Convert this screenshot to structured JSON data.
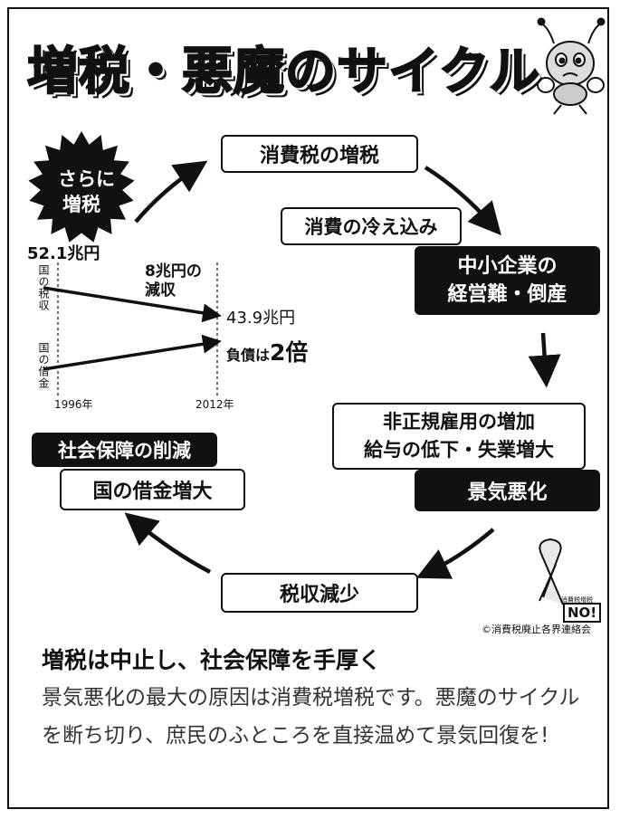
{
  "title": "増税・悪魔のサイクル",
  "burst": {
    "line1": "さらに",
    "line2": "増税"
  },
  "cycle": {
    "tax_hike": "消費税の増税",
    "consumption": "消費の冷え込み",
    "sme_line1": "中小企業の",
    "sme_line2": "経営難・倒産",
    "employment_line1": "非正規雇用の増加",
    "employment_line2": "給与の低下・失業増大",
    "economy": "景気悪化",
    "revenue": "税収減少",
    "social_security": "社会保障の削減",
    "debt": "国の借金増大"
  },
  "mini_chart": {
    "start_value": "52.1兆円",
    "end_value": "43.9兆円",
    "decrease_line1": "8兆円の",
    "decrease_line2": "減収",
    "debt_prefix": "負債は",
    "debt_multiple": "2倍",
    "label_tax": "国の税収",
    "label_debt": "国の借金",
    "year_start": "1996年",
    "year_end": "2012年"
  },
  "ribbon": {
    "badge": "NO!",
    "badge_small": "消費税増税"
  },
  "credit": "©消費税廃止各界連絡会",
  "headline": "増税は中止し、社会保障を手厚く",
  "body": "景気悪化の最大の原因は消費税増税です。悪魔のサイクルを断ち切り、庶民のふところを直接温めて景気回復を!",
  "chart_data": {
    "type": "line",
    "x": [
      "1996年",
      "2012年"
    ],
    "series": [
      {
        "name": "国の税収",
        "values": [
          52.1,
          43.9
        ]
      }
    ]
  },
  "colors": {
    "ink": "#111111",
    "body_text": "#333333",
    "background": "#ffffff"
  }
}
